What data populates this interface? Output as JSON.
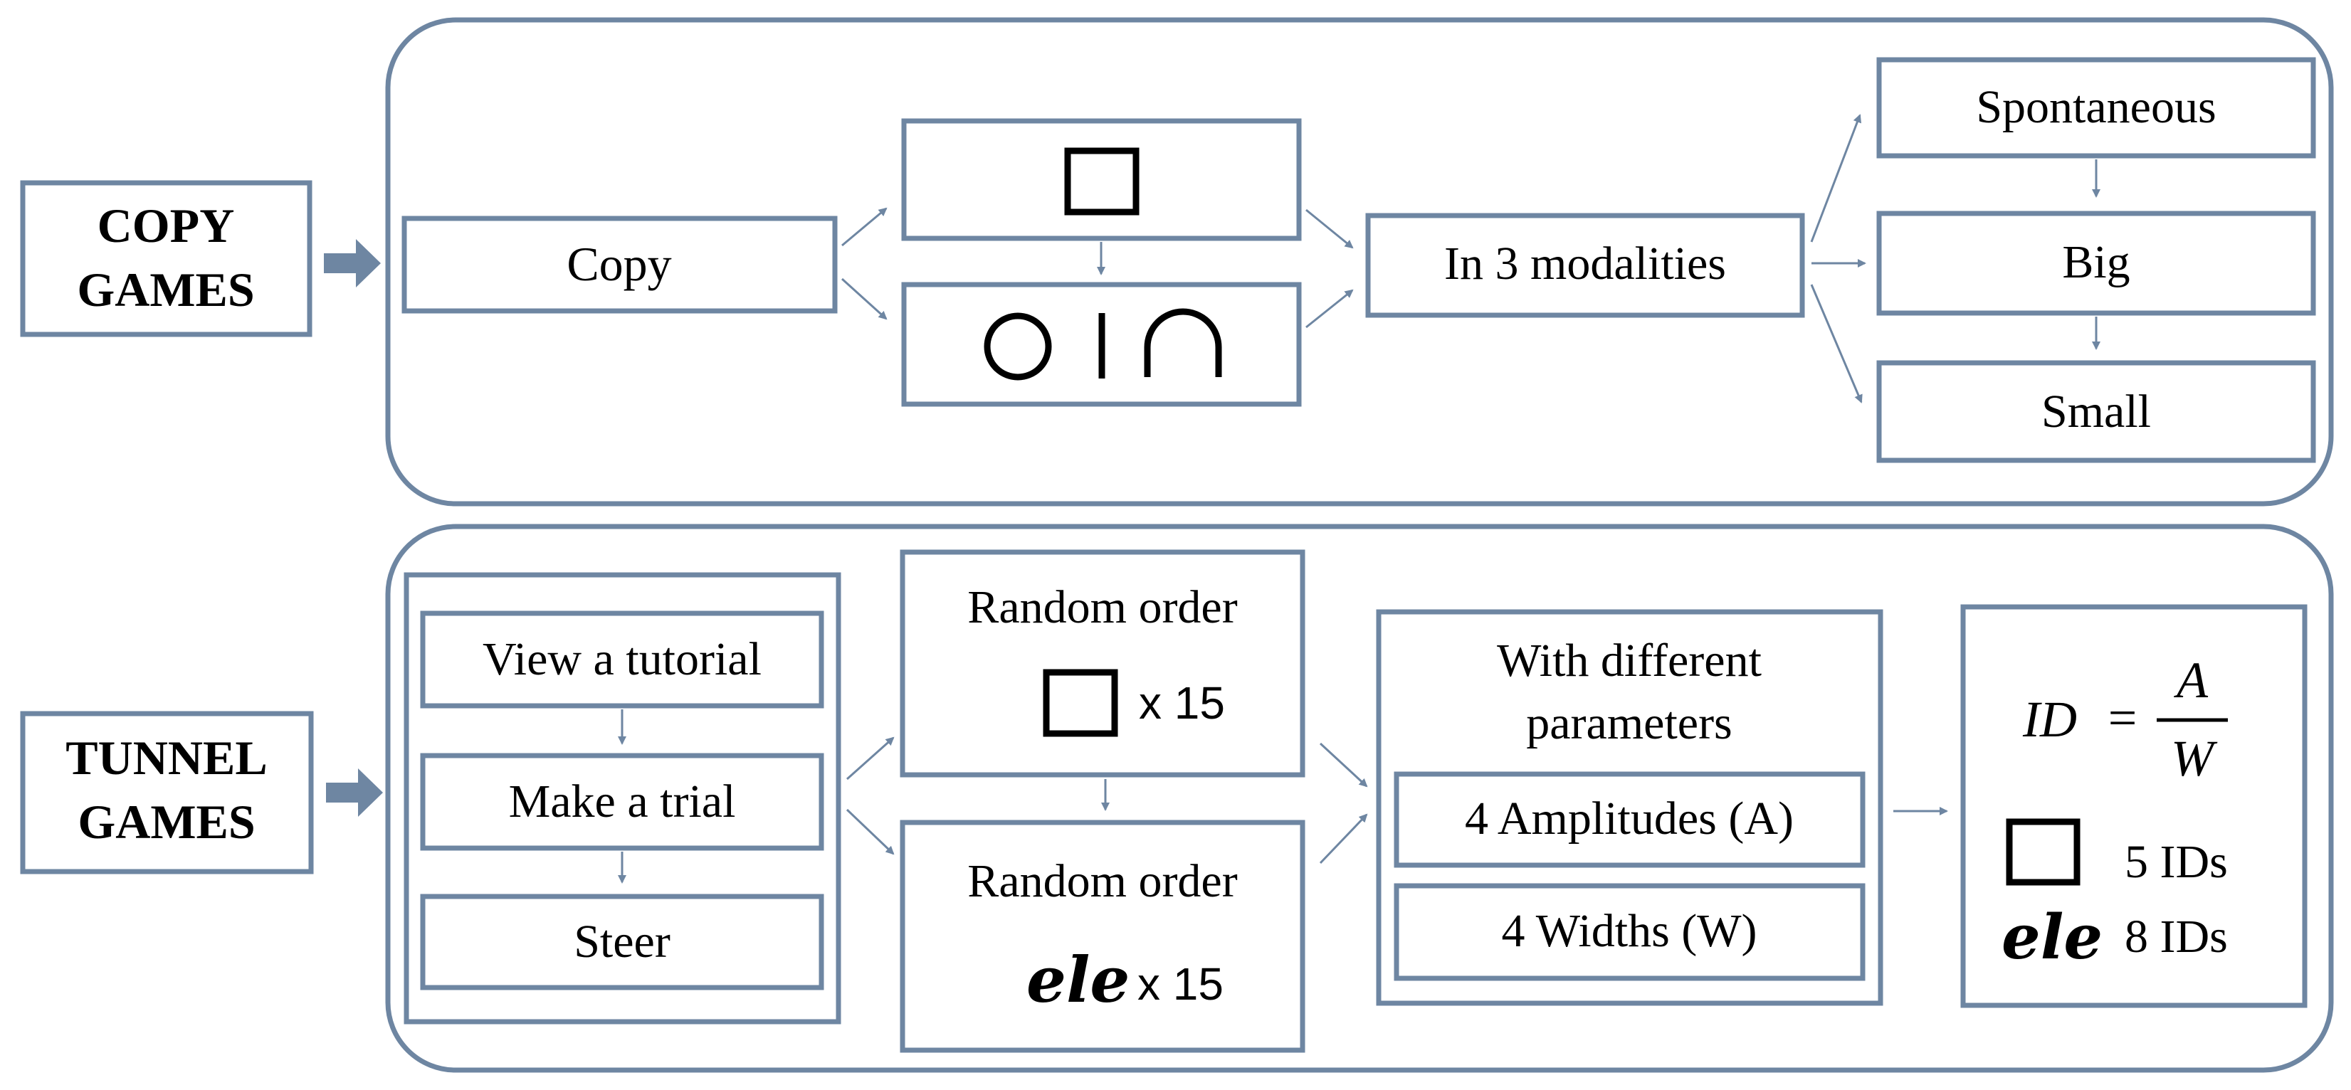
{
  "copy_games": {
    "side_label_line1": "COPY",
    "side_label_line2": "GAMES",
    "copy_label": "Copy",
    "modalities_label": "In 3 modalities",
    "modes": [
      "Spontaneous",
      "Big",
      "Small"
    ]
  },
  "tunnel_games": {
    "side_label_line1": "TUNNEL",
    "side_label_line2": "GAMES",
    "steps": [
      "View a tutorial",
      "Make a trial",
      "Steer"
    ],
    "random_order_label": "Random order",
    "square_count": "x 15",
    "cursive_word": "ele",
    "cursive_count": "x 15",
    "params_line1": "With different",
    "params_line2": "parameters",
    "amplitudes": "4 Amplitudes (A)",
    "widths": "4 Widths (W)",
    "formula_lhs": "ID",
    "formula_eq": "=",
    "formula_num": "A",
    "formula_den": "W",
    "square_ids": "5 IDs",
    "cursive_ids": "8 IDs"
  },
  "colors": {
    "border": "#6e86a2",
    "text": "#000000"
  },
  "icons": [
    "square-icon",
    "circle-icon",
    "vertical-line-icon",
    "arch-icon",
    "block-arrow-icon"
  ]
}
